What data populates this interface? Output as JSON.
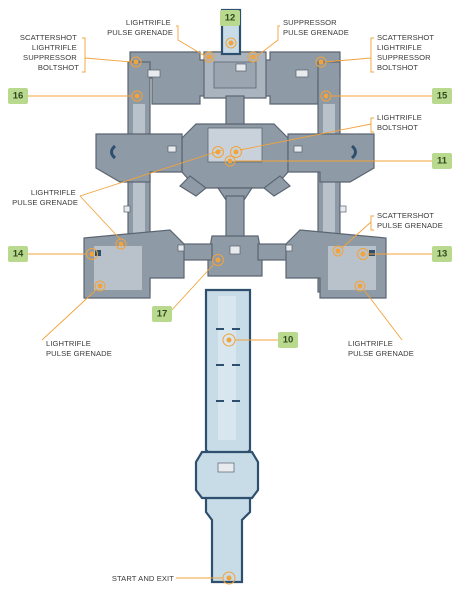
{
  "colors": {
    "background": "#ffffff",
    "building_fill": "#aab4bf",
    "building_outline": "#5b6672",
    "corridor_fill": "#c8dce8",
    "corridor_outline": "#2f4f6e",
    "callout_badge": "#b9d98f",
    "leader_and_marker": "#f2a33a"
  },
  "callouts": [
    {
      "id": "12",
      "lines": []
    },
    {
      "id": "12-left",
      "lines": [
        "LIGHTRIFLE",
        "PULSE GRENADE"
      ]
    },
    {
      "id": "12-right",
      "lines": [
        "SUPPRESSOR",
        "PULSE GRENADE"
      ]
    },
    {
      "id": "top-left",
      "lines": [
        "SCATTERSHOT",
        "LIGHTRIFLE",
        "SUPPRESSOR",
        "BOLTSHOT"
      ]
    },
    {
      "id": "top-right",
      "lines": [
        "SCATTERSHOT",
        "LIGHTRIFLE",
        "SUPPRESSOR",
        "BOLTSHOT"
      ]
    },
    {
      "id": "16",
      "lines": []
    },
    {
      "id": "15",
      "lines": []
    },
    {
      "id": "11",
      "lines": [
        "LIGHTRIFLE",
        "BOLTSHOT"
      ]
    },
    {
      "id": "14",
      "lines": [
        "LIGHTRIFLE",
        "PULSE GRENADE"
      ]
    },
    {
      "id": "13",
      "lines": [
        "SCATTERSHOT",
        "PULSE GRENADE"
      ]
    },
    {
      "id": "17",
      "lines": []
    },
    {
      "id": "10",
      "lines": []
    },
    {
      "id": "bottom-left",
      "lines": [
        "LIGHTRIFLE",
        "PULSE GRENADE"
      ]
    },
    {
      "id": "bottom-right",
      "lines": [
        "LIGHTRIFLE",
        "PULSE GRENADE"
      ]
    },
    {
      "id": "start",
      "lines": [
        "START AND EXIT"
      ]
    }
  ],
  "badges": {
    "b12": "12",
    "b16": "16",
    "b15": "15",
    "b11": "11",
    "b14": "14",
    "b13": "13",
    "b17": "17",
    "b10": "10"
  },
  "labels": {
    "l12_left": [
      "LIGHTRIFLE",
      "PULSE GRENADE"
    ],
    "l12_right": [
      "SUPPRESSOR",
      "PULSE GRENADE"
    ],
    "top_left": [
      "SCATTERSHOT",
      "LIGHTRIFLE",
      "SUPPRESSOR",
      "BOLTSHOT"
    ],
    "top_right": [
      "SCATTERSHOT",
      "LIGHTRIFLE",
      "SUPPRESSOR",
      "BOLTSHOT"
    ],
    "l11": [
      "LIGHTRIFLE",
      "BOLTSHOT"
    ],
    "l14": [
      "LIGHTRIFLE",
      "PULSE GRENADE"
    ],
    "l13": [
      "SCATTERSHOT",
      "PULSE GRENADE"
    ],
    "bottom_left": [
      "LIGHTRIFLE",
      "PULSE GRENADE"
    ],
    "bottom_right": [
      "LIGHTRIFLE",
      "PULSE GRENADE"
    ],
    "start": [
      "START AND EXIT"
    ]
  }
}
